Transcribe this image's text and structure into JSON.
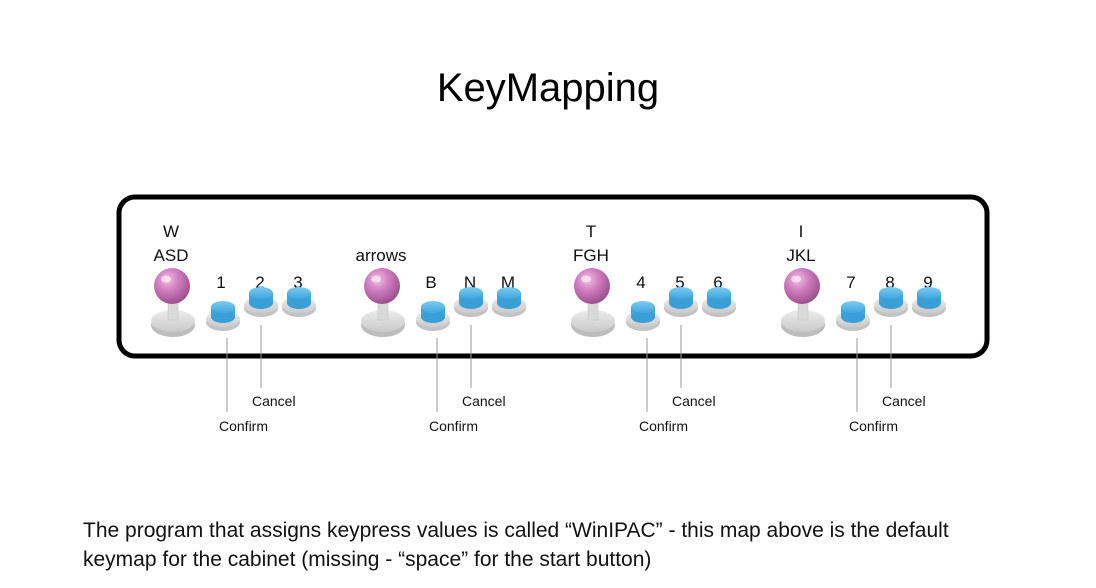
{
  "title": "KeyMapping",
  "players": [
    {
      "stick_label_line1": "W",
      "stick_label_line2": "ASD",
      "buttons": [
        "1",
        "2",
        "3"
      ],
      "confirm_label": "Confirm",
      "cancel_label": "Cancel"
    },
    {
      "stick_label_line1": "",
      "stick_label_line2": "arrows",
      "buttons": [
        "B",
        "N",
        "M"
      ],
      "confirm_label": "Confirm",
      "cancel_label": "Cancel"
    },
    {
      "stick_label_line1": "T",
      "stick_label_line2": "FGH",
      "buttons": [
        "4",
        "5",
        "6"
      ],
      "confirm_label": "Confirm",
      "cancel_label": "Cancel"
    },
    {
      "stick_label_line1": "I",
      "stick_label_line2": "JKL",
      "buttons": [
        "7",
        "8",
        "9"
      ],
      "confirm_label": "Confirm",
      "cancel_label": "Cancel"
    }
  ],
  "caption": {
    "line1": "The program that assigns keypress values is called “WinIPAC” - this map above is the default",
    "line2": "keymap for the cabinet (missing - “space” for the start button)"
  },
  "colors": {
    "joystick_ball": "#c971b6",
    "button_top": "#5bb8ea",
    "base_gray": "#d6d6d6",
    "panel_border": "#000000"
  }
}
